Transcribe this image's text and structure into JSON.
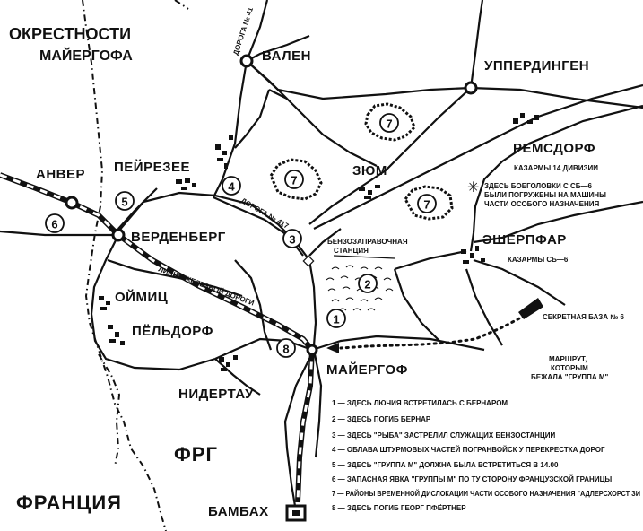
{
  "title_line1": "ОКРЕСТНОСТИ",
  "title_line2": "МАЙЕРГОФА",
  "towns": {
    "valen": "ВАЛЕН",
    "upperdingen": "УППЕРДИНГЕН",
    "remsdorf": "РЕМСДОРФ",
    "anver": "АНВЕР",
    "peirezee": "ПЕЙРЕЗЕЕ",
    "zyum": "ЗЮМ",
    "verdenberg": "ВЕРДЕНБЕРГ",
    "esherpfar": "ЭШЕРПФАР",
    "oimits": "ОЙМИЦ",
    "peldorf": "ПЁЛЬДОРФ",
    "maiergof": "МАЙЕРГОФ",
    "nidertau": "НИДЕРТАУ",
    "bambakh": "БАМБАХ"
  },
  "countries": {
    "frg": "ФРГ",
    "france": "ФРАНЦИЯ"
  },
  "notes": {
    "road41": "ДОРОГА № 41",
    "road417": "ДОРОГА № 417",
    "railway": "ЛИНИЯ ЖЕЛЕЗНОЙ ДОРОГИ",
    "station_line1": "БЕНЗОЗАПРАВОЧНАЯ",
    "station_line2": "СТАНЦИЯ",
    "remsdorf_barracks": "КАЗАРМЫ 14 ДИВИЗИИ",
    "esherpfar_barracks": "КАЗАРМЫ СБ—6",
    "loading_line1": "ЗДЕСЬ БОЕГОЛОВКИ С СБ—6",
    "loading_line2": "БЫЛИ ПОГРУЖЕНЫ НА МАШИНЫ",
    "loading_line3": "ЧАСТИ ОСОБОГО НАЗНАЧЕНИЯ",
    "secret_base": "СЕКРЕТНАЯ БАЗА № 6",
    "route_line1": "МАРШРУТ,",
    "route_line2": "КОТОРЫМ",
    "route_line3": "БЕЖАЛА \"ГРУППА М\""
  },
  "markers": {
    "m1": "1",
    "m2": "2",
    "m3": "3",
    "m4": "4",
    "m5": "5",
    "m6": "6",
    "m7a": "7",
    "m7b": "7",
    "m7c": "7",
    "m8": "8"
  },
  "legend": [
    "1 — ЗДЕСЬ ЛЮЧИЯ ВСТРЕТИЛАСЬ С БЕРНАРОМ",
    "2 — ЗДЕСЬ ПОГИБ БЕРНАР",
    "3 — ЗДЕСЬ \"РЫБА\" ЗАСТРЕЛИЛ СЛУЖАЩИХ БЕНЗОСТАНЦИИ",
    "4 — ОБЛАВА ШТУРМОВЫХ ЧАСТЕЙ ПОГРАНВОЙСК У ПЕРЕКРЕСТКА ДОРОГ",
    "5 — ЗДЕСЬ \"ГРУППА М\" ДОЛЖНА БЫЛА ВСТРЕТИТЬСЯ В 14.00",
    "6 — ЗАПАСНАЯ ЯВКА \"ГРУППЫ М\" ПО ТУ СТОРОНУ ФРАНЦУЗСКОЙ ГРАНИЦЫ",
    "7 — РАЙОНЫ ВРЕМЕННОЙ ДИСЛОКАЦИИ ЧАСТИ ОСОБОГО НАЗНАЧЕНИЯ \"АДЛЕРСХОРСТ ЗИ",
    "8 — ЗДЕСЬ ПОГИБ ГЕОРГ ПФЁРТНЕР"
  ],
  "colors": {
    "ink": "#111111",
    "paper": "#ffffff"
  }
}
